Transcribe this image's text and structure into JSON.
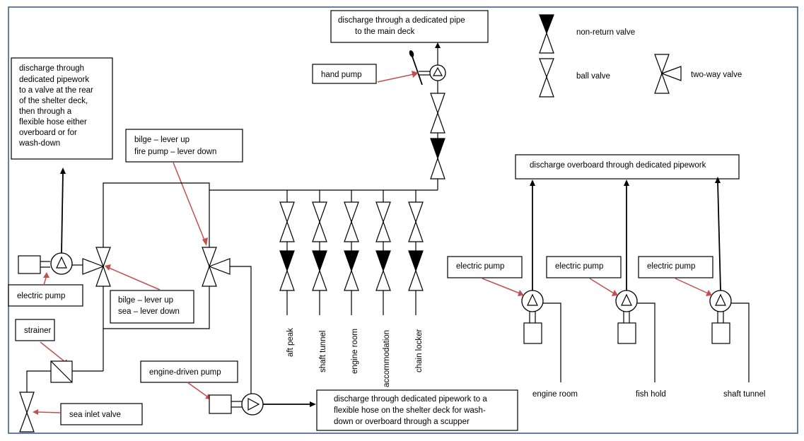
{
  "labels": {
    "discharge_main_deck": [
      "discharge through a dedicated pipe",
      "to the main deck"
    ],
    "non_return_valve": "non-return valve",
    "ball_valve": "ball valve",
    "two_way_valve": "two-way valve",
    "hand_pump": "hand pump",
    "discharge_shelter_deck": [
      "discharge through",
      "dedicated pipework",
      "to a valve at the rear",
      "of the shelter deck,",
      "then through a",
      "flexible hose either",
      "overboard or for",
      "wash-down"
    ],
    "bilge_fire_lever": [
      "bilge – lever up",
      "fire pump – lever down"
    ],
    "discharge_overboard": "discharge overboard through dedicated pipework",
    "electric_pump_left": "electric pump",
    "bilge_sea_lever": [
      "bilge – lever up",
      "sea – lever down"
    ],
    "strainer": "strainer",
    "sea_inlet_valve": "sea inlet valve",
    "engine_driven_pump": "engine-driven pump",
    "discharge_scupper": [
      "discharge through dedicated pipework to a",
      "flexible hose on the shelter deck for wash-",
      "down or overboard through a scupper"
    ],
    "branches": [
      "aft peak",
      "shaft tunnel",
      "engine room",
      "accommodation",
      "chain locker"
    ],
    "electric_pumps_right": [
      "electric pump",
      "electric pump",
      "electric pump"
    ],
    "right_compartments": [
      "engine room",
      "fish hold",
      "shaft tunnel"
    ]
  }
}
